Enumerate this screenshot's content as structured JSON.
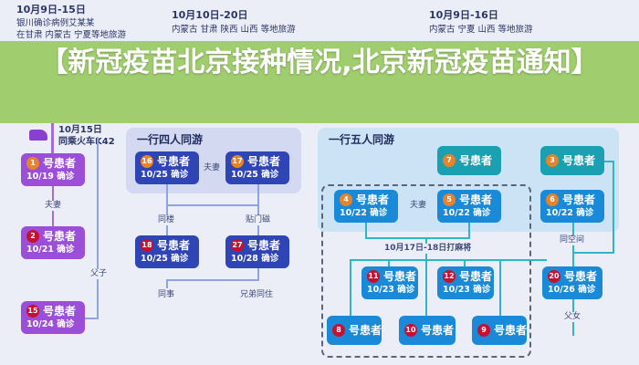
{
  "left": {
    "date": "10月9日-15日",
    "line1": "银川确诊病例艾某某",
    "line2": "在甘肃 内蒙古 宁夏等地旅游",
    "train_date": "10月15日",
    "train_text": "同乘火车K42"
  },
  "middle": {
    "date": "10月10日-20日",
    "line1": "内蒙古 甘肃 陕西 山西 等地旅游",
    "group_title": "一行四人同游"
  },
  "right": {
    "date": "10月9日-16日",
    "line1": "内蒙古 宁夏 山西 等地旅游",
    "group_title": "一行五人同游",
    "mahjong": "10月17日-18日打麻将"
  },
  "relations": {
    "couple": "夫妻",
    "father_son": "父子",
    "same_building": "同楼",
    "door_sensor": "贴门磁",
    "colleague": "同事",
    "brothers": "兄弟同住",
    "same_space": "同空间",
    "father_daughter": "父女"
  },
  "patient_label": "号患者",
  "patients": {
    "p1": {
      "num": "1",
      "date": "10/19 确诊"
    },
    "p2": {
      "num": "2",
      "date": "10/21 确诊"
    },
    "p15": {
      "num": "15",
      "date": "10/24 确诊"
    },
    "p16": {
      "num": "16",
      "date": "10/25 确诊"
    },
    "p17": {
      "num": "17",
      "date": "10/25 确诊"
    },
    "p18": {
      "num": "18",
      "date": "10/25 确诊"
    },
    "p27": {
      "num": "27",
      "date": "10/28 确诊"
    },
    "p7": {
      "num": "7",
      "date": ""
    },
    "p3": {
      "num": "3",
      "date": ""
    },
    "p4": {
      "num": "4",
      "date": "10/22 确诊"
    },
    "p5": {
      "num": "5",
      "date": "10/22 确诊"
    },
    "p6": {
      "num": "6",
      "date": "10/22 确诊"
    },
    "p11": {
      "num": "11",
      "date": "10/23 确诊"
    },
    "p12": {
      "num": "12",
      "date": "10/23 确诊"
    },
    "p20": {
      "num": "20",
      "date": "10/26 确诊"
    },
    "p8": {
      "num": "8",
      "date": ""
    },
    "p10": {
      "num": "10",
      "date": ""
    },
    "p9": {
      "num": "9",
      "date": ""
    }
  },
  "headline": "【新冠疫苗北京接种情况,北京新冠疫苗通知】",
  "colors": {
    "purple": "#9b4fd8",
    "navy": "#2f45b5",
    "blue": "#1a8ad8",
    "teal": "#1aa0b0",
    "overlay": "#a0cd6e"
  }
}
